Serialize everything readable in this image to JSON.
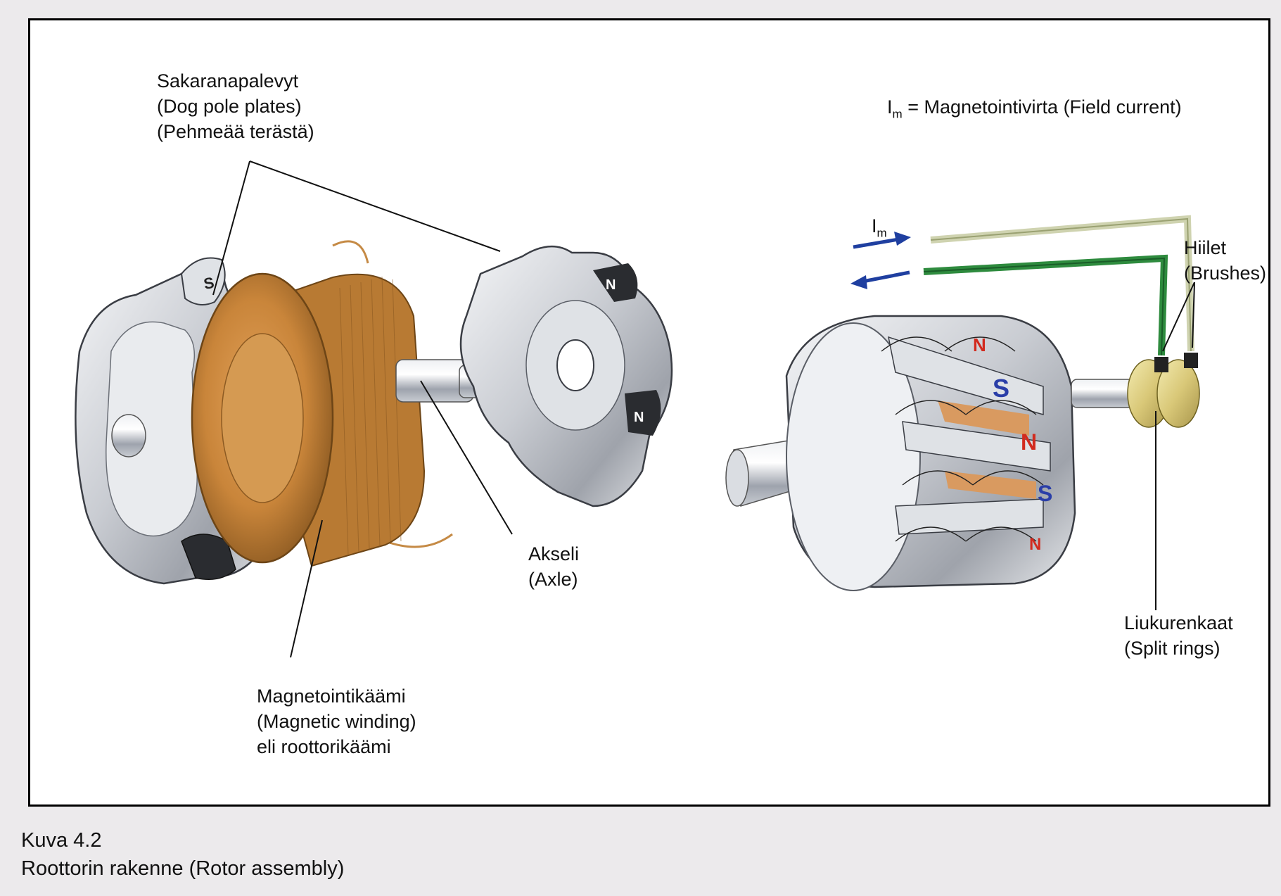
{
  "figure": {
    "caption_number": "Kuva 4.2",
    "caption_title": "Roottorin rakenne (Rotor assembly)"
  },
  "labels": {
    "dog_pole_plates": [
      "Sakaranapalevyt",
      "(Dog pole plates)",
      "(Pehmeää terästä)"
    ],
    "field_current_legend": "= Magnetointivirta (Field current)",
    "im_symbol": "I",
    "im_subscript": "m",
    "brushes": [
      "Hiilet",
      "(Brushes)"
    ],
    "axle": [
      "Akseli",
      "(Axle)"
    ],
    "split_rings": [
      "Liukurenkaat",
      "(Split rings)"
    ],
    "magnetic_winding": [
      "Magnetointikäämi",
      "(Magnetic winding)",
      "eli roottorikäämi"
    ]
  },
  "pole_marks": {
    "south": "S",
    "north": "N"
  },
  "colors": {
    "winding": "#c9853a",
    "brush_wire": "#2e8b3e",
    "arrow": "#1f3fa0",
    "north_pole": "#d22a1e",
    "south_pole": "#2a3ea8"
  }
}
